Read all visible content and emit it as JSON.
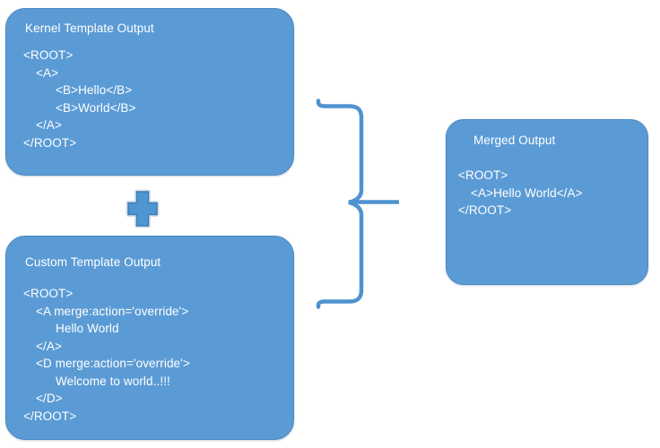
{
  "diagram": {
    "kernel_box": {
      "title": "Kernel Template Output",
      "code": [
        {
          "indent": 0,
          "text": "<ROOT>"
        },
        {
          "indent": 1,
          "text": "<A>"
        },
        {
          "indent": 2,
          "text": "<B>Hello</B>"
        },
        {
          "indent": 2,
          "text": "<B>World</B>"
        },
        {
          "indent": 1,
          "text": "</A>"
        },
        {
          "indent": 0,
          "text": "</ROOT>"
        }
      ]
    },
    "custom_box": {
      "title": "Custom Template Output",
      "code": [
        {
          "indent": 0,
          "text": "<ROOT>"
        },
        {
          "indent": 1,
          "text": "<A merge:action='override'>"
        },
        {
          "indent": 2,
          "text": "Hello World"
        },
        {
          "indent": 1,
          "text": "</A>"
        },
        {
          "indent": 1,
          "text": "<D merge:action='override'>"
        },
        {
          "indent": 2,
          "text": "Welcome to world..!!!"
        },
        {
          "indent": 1,
          "text": "</D>"
        },
        {
          "indent": 0,
          "text": "</ROOT>"
        }
      ]
    },
    "merged_box": {
      "title": "Merged Output",
      "code": [
        {
          "indent": 0,
          "text": "<ROOT>"
        },
        {
          "indent": 1,
          "text": "<A>Hello World</A>"
        },
        {
          "indent": 0,
          "text": "</ROOT>"
        }
      ]
    },
    "operators": {
      "plus_symbol": "+",
      "brace_shape": "merge-brace"
    },
    "colors": {
      "box_fill": "#5B9BD5",
      "box_border": "#4A89C4",
      "text": "#FFFFFF",
      "shape_stroke": "#4F93D0",
      "plus_fill": "#4E96D2",
      "plus_border": "#3A7CBA",
      "plus_halo": "#D9DEE8"
    }
  }
}
